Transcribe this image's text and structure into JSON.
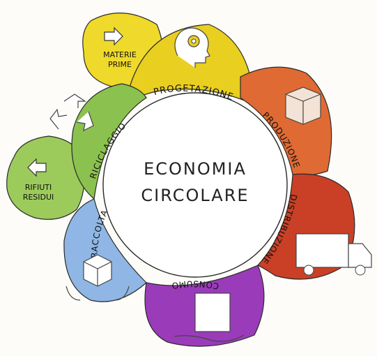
{
  "center": {
    "line1": "ECONOMIA",
    "line2": "CIRCOLARE"
  },
  "stages": [
    {
      "key": "progetazione",
      "label": "PROGETAZIONE",
      "color": "#e9cf1f",
      "icon": "head-gear-icon"
    },
    {
      "key": "produzione",
      "label": "PRODUZIONE",
      "color": "#df6a33",
      "icon": "box-icon"
    },
    {
      "key": "distribuzione",
      "label": "DISTRIBUZIONE",
      "color": "#c94026",
      "icon": "truck-icon"
    },
    {
      "key": "consumo",
      "label": "CONSUMO",
      "color": "#9a3bb9",
      "icon": "hand-with-box-icon"
    },
    {
      "key": "raccolta",
      "label": "RACCOLTA",
      "color": "#8fb6e4",
      "icon": "hands-with-box-icon"
    },
    {
      "key": "riciclaggio",
      "label": "RICICLAGGIO",
      "color": "#8bc14e",
      "icon": "recycle-icon"
    }
  ],
  "inputs": {
    "materie_line1": "MATERIE",
    "materie_line2": "PRIME",
    "materie_icon": "arrow-right-icon"
  },
  "outputs": {
    "rifiuti_line1": "RIFIUTI",
    "rifiuti_line2": "RESIDUI",
    "rifiuti_icon": "arrow-left-icon"
  },
  "colors": {
    "center_fill": "#ffffff",
    "outline": "#2a2a2a",
    "yellow_blob": "#efd92a",
    "green_blob": "#9ccb5c"
  }
}
